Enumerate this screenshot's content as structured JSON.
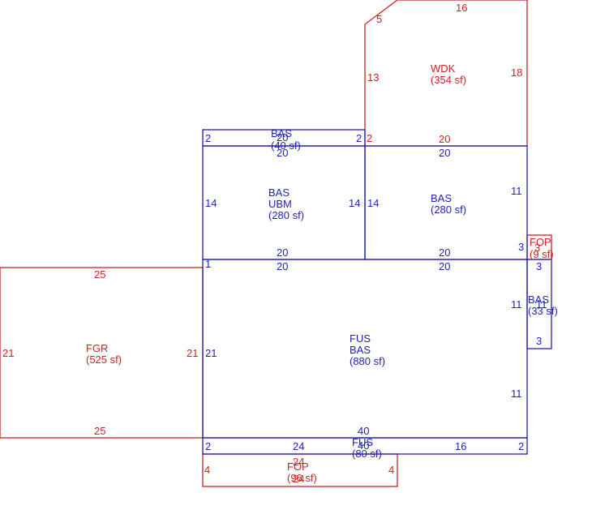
{
  "colors": {
    "living": "#1f1fbf",
    "other": "#d42020",
    "background": "#ffffff"
  },
  "areas": {
    "wdk": {
      "code": "WDK",
      "size": "(354 sf)"
    },
    "bas_top": {
      "code": "BAS",
      "size": "(40 sf)"
    },
    "bas_ubm": {
      "code": "BAS",
      "code2": "UBM",
      "size": "(280 sf)"
    },
    "bas_right": {
      "code": "BAS",
      "size": "(280 sf)"
    },
    "fop_right": {
      "code": "FOP",
      "size": "(9 sf)"
    },
    "bas_side": {
      "code": "BAS",
      "size": "(33 sf)"
    },
    "fgr": {
      "code": "FGR",
      "size": "(525 sf)"
    },
    "fus_main": {
      "code": "FUS",
      "code2": "BAS",
      "size": "(880 sf)"
    },
    "fus_strip": {
      "code": "FUS",
      "size": "(80 sf)"
    },
    "fop_bottom": {
      "code": "FOP",
      "size": "(96 sf)"
    }
  },
  "dims": {
    "wdk_top": "16",
    "wdk_chamfer": "5",
    "wdk_left": "13",
    "wdk_right": "18",
    "wdk_bottom": "20",
    "wdk_corner": "2",
    "bt_left": "2",
    "bt_right": "2",
    "bt_top": "20",
    "bt_bottom": "20",
    "ubm_left": "14",
    "ubm_right": "14",
    "ubm_bottom": "20",
    "br_top": "20",
    "br_left": "14",
    "br_right": "11",
    "br_bottom": "20",
    "br_corner": "3",
    "fop_r_dim": "3",
    "main_top_l": "20",
    "main_top_r": "20",
    "main_corner": "1",
    "main_left": "21",
    "main_right_top": "11",
    "main_right_bottom": "11",
    "main_bottom": "40",
    "side_top": "3",
    "side_right": "11",
    "side_bottom": "3",
    "fgr_top": "25",
    "fgr_bottom": "25",
    "fgr_left": "21",
    "fgr_right": "21",
    "strip_top": "40",
    "strip_left": "2",
    "strip_right": "2",
    "strip_bottom_l": "24",
    "strip_bottom_r": "16",
    "fop_b_top": "24",
    "fop_b_left": "4",
    "fop_b_right": "4",
    "fop_b_bottom": "24"
  }
}
